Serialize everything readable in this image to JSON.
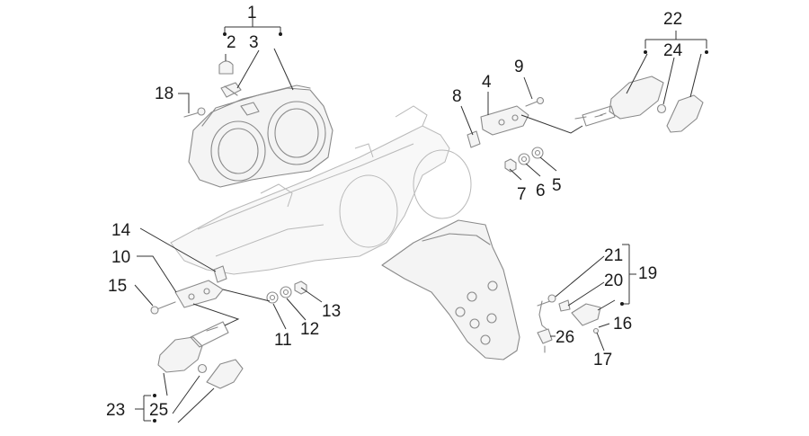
{
  "diagram": {
    "callouts": {
      "p1": "1",
      "p2": "2",
      "p3": "3",
      "p4": "4",
      "p5": "5",
      "p6": "6",
      "p7": "7",
      "p8": "8",
      "p9": "9",
      "p10": "10",
      "p11": "11",
      "p12": "12",
      "p13": "13",
      "p14": "14",
      "p15": "15",
      "p16": "16",
      "p17": "17",
      "p18": "18",
      "p19": "19",
      "p20": "20",
      "p21": "21",
      "p22": "22",
      "p23": "23",
      "p24": "24",
      "p25": "25",
      "p26": "26"
    },
    "colors": {
      "ink": "#1a1a1a",
      "part_line": "#8a8a8a",
      "ghost_line": "#b9b9b9"
    }
  }
}
